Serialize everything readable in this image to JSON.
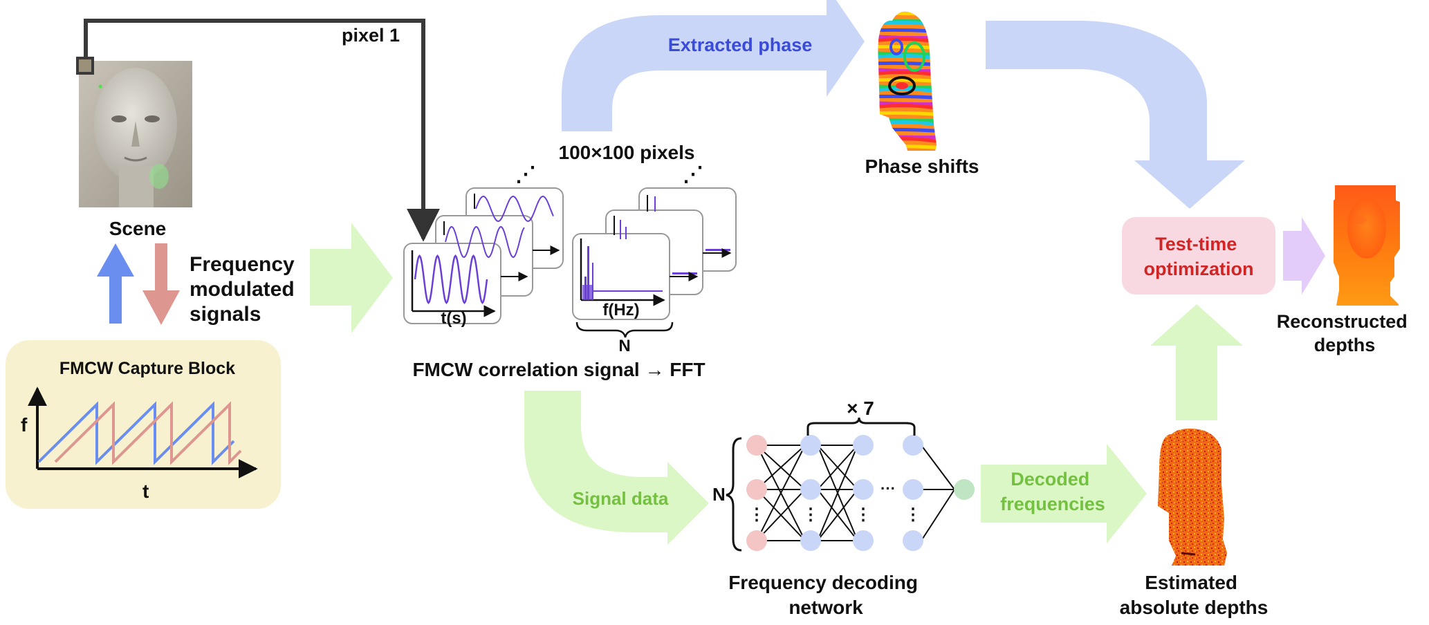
{
  "labels": {
    "pixel": "pixel 1",
    "scene": "Scene",
    "freq_modulated": [
      "Frequency",
      "modulated",
      "signals"
    ],
    "capture_block": "FMCW Capture Block",
    "axis_f": "f",
    "axis_t": "t",
    "pixels_count": "100×100 pixels",
    "time_axis": "t(s)",
    "freq_axis": "f(Hz)",
    "n_label": "N",
    "correlation": "FMCW correlation signal → FFT",
    "extracted_phase": "Extracted phase",
    "phase_shifts": "Phase shifts",
    "test_time": [
      "Test-time",
      "optimization"
    ],
    "reconstructed": [
      "Reconstructed",
      "depths"
    ],
    "signal_data": "Signal data",
    "times_seven": "× 7",
    "network_n": "N",
    "ellipsis_h": "···",
    "ellipsis_v": "⋮",
    "ellipsis_stack": "⋰",
    "decoding_network": [
      "Frequency decoding",
      "network"
    ],
    "decoded": [
      "Decoded",
      "frequencies"
    ],
    "estimated": [
      "Estimated",
      "absolute depths"
    ]
  },
  "colors": {
    "blue_arrow": "#c9d6f7",
    "green_arrow": "#dcf7c6",
    "purple_arrow": "#e3ccfa",
    "phase_text": "#3a4bd8",
    "green_text": "#74c041",
    "optim_box": "#f8d9e1",
    "optim_text": "#d12525",
    "capture_box": "#f7f1cf",
    "tx_chirp": "#6a8ef0",
    "rx_chirp": "#dd9690",
    "signal_line": "#6a3fd6",
    "node_input": "#f3c5c5",
    "node_hidden": "#c9d6f7",
    "node_output": "#bfe5c2"
  },
  "icons": [
    "scene-photo",
    "pixel-marker-icon",
    "phase-map",
    "depth-map",
    "noisy-depth-map"
  ]
}
